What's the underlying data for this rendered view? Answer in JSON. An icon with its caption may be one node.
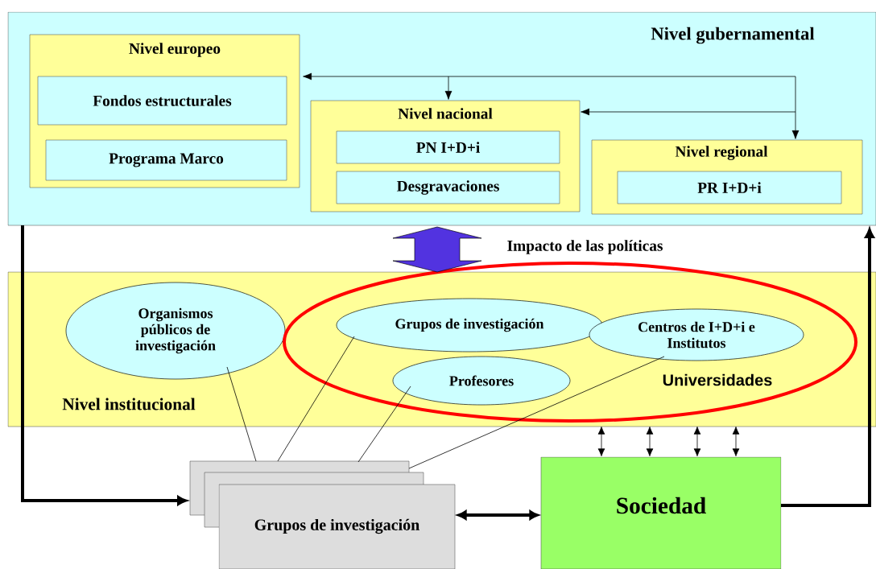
{
  "diagram": {
    "nodes": [
      {
        "text": [
          "Nivel gubernamental"
        ]
      },
      {
        "text": [
          "Nivel europeo"
        ],
        "in": 0
      },
      {
        "text": [
          "Fondos estructurales"
        ],
        "in": 1
      },
      {
        "text": [
          "Programa Marco"
        ],
        "in": 1
      },
      {
        "text": [
          "Nivel nacional"
        ],
        "in": 0
      },
      {
        "text": [
          "PN I+D+i"
        ],
        "in": 4
      },
      {
        "text": [
          "Desgravaciones"
        ],
        "in": 4
      },
      {
        "text": [
          "Nivel regional"
        ],
        "in": 0
      },
      {
        "text": [
          "PR I+D+i"
        ],
        "in": 7
      },
      {
        "text": [
          "Nivel institucional"
        ]
      },
      {
        "text": [
          "Organismos públicos de investigación"
        ],
        "in": 9
      },
      {
        "text": [
          "Universidades"
        ],
        "in": 9
      },
      {
        "text": [
          "Grupos de investigación"
        ],
        "in": 11
      },
      {
        "text": [
          "Centros de I+D+i e Institutos"
        ],
        "in": 11
      },
      {
        "text": [
          "Profesores"
        ],
        "in": 11
      },
      {
        "text": [
          "Grupos de investigación"
        ]
      },
      {
        "text": [
          "Sociedad"
        ]
      }
    ],
    "edges": [
      {
        "from": 0,
        "to": 15,
        "arrow": "to",
        "style": "thick"
      },
      {
        "from": 15,
        "to": 16,
        "arrow": "both",
        "style": "thick"
      },
      {
        "from": 16,
        "to": 0,
        "arrow": "to",
        "style": "thick"
      },
      {
        "from": null,
        "to": 1,
        "arrow": "to"
      },
      {
        "from": null,
        "to": 4,
        "arrow": "to"
      },
      {
        "from": null,
        "to": 4,
        "arrow": "to"
      },
      {
        "from": null,
        "to": 7,
        "arrow": "to"
      },
      {
        "from": 9,
        "to": 0,
        "arrow": "both",
        "style": "thick",
        "color": "#3333cc",
        "label": "Impacto de las políticas"
      },
      {
        "from": 16,
        "to": 11,
        "arrow": "both"
      },
      {
        "from": 16,
        "to": 11,
        "arrow": "both"
      },
      {
        "from": 16,
        "to": 11,
        "arrow": "both"
      },
      {
        "from": 16,
        "to": 11,
        "arrow": "both"
      },
      {
        "from": 15,
        "to": 10,
        "arrow": "none"
      },
      {
        "from": 15,
        "to": 12,
        "arrow": "none"
      },
      {
        "from": 15,
        "to": 14,
        "arrow": "none"
      },
      {
        "from": 15,
        "to": 13,
        "arrow": "none"
      }
    ]
  }
}
